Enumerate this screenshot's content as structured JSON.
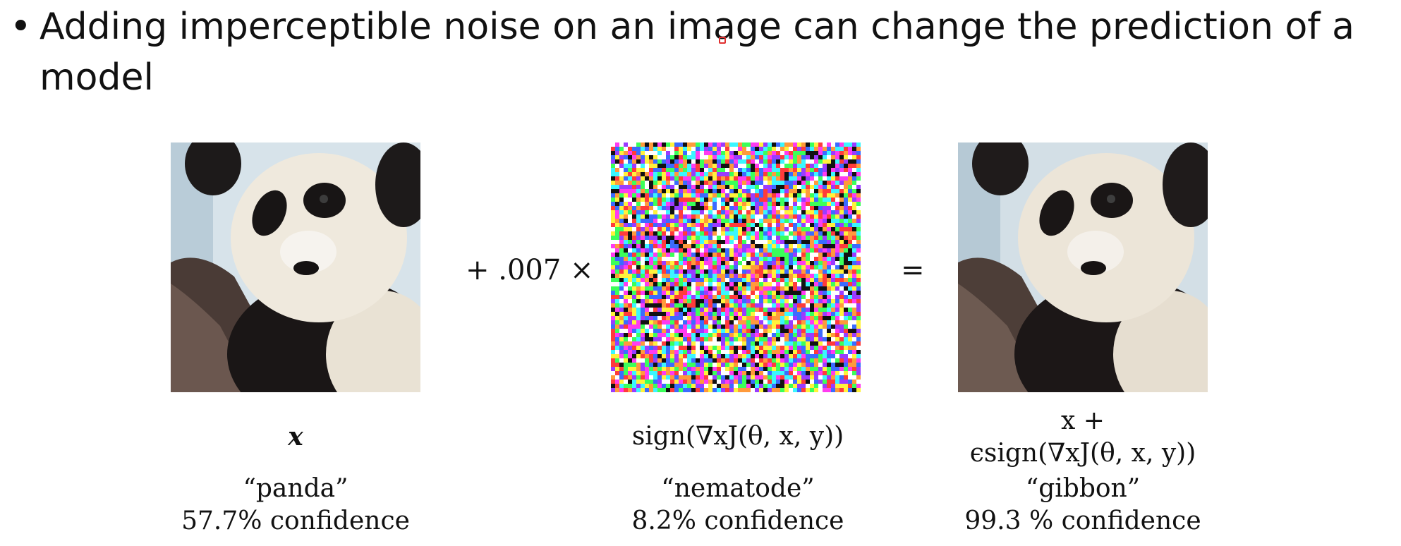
{
  "slide": {
    "bullet": "•",
    "text": "Adding imperceptible noise on an image can change the prediction of a model"
  },
  "operators": {
    "plus_scale": "+ .007 ×",
    "equals": "="
  },
  "panels": [
    {
      "symbol": "x",
      "label": "“panda”",
      "confidence": "57.7% confidence"
    },
    {
      "symbol": "sign(∇xJ(θ, x, y))",
      "label": "“nematode”",
      "confidence": "8.2% confidence"
    },
    {
      "symbol_line1": "x +",
      "symbol_line2": "ϵsign(∇xJ(θ, x, y))",
      "label": "“gibbon”",
      "confidence": "99.3 % confidence"
    }
  ],
  "colors": {
    "accent_cursor": "#e03030"
  }
}
